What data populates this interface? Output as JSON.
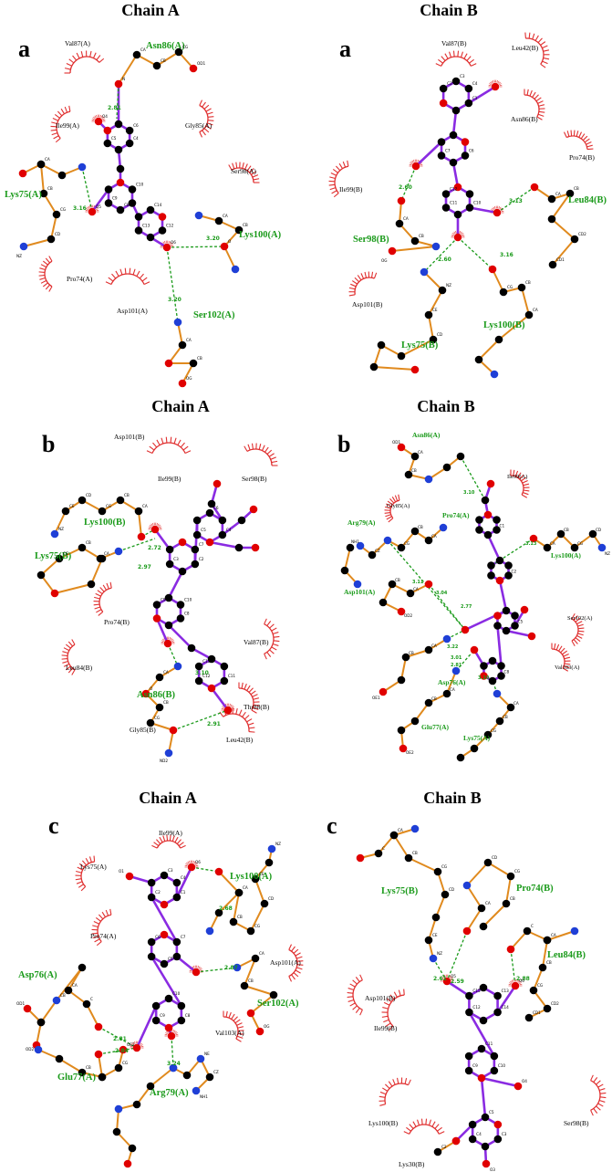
{
  "panels": [
    {
      "id": "a-A",
      "title": "Chain A",
      "label": "a",
      "bonded_residues": [
        "Asn86(A)",
        "Lys75(A)",
        "Lys100(A)",
        "Ser102(A)"
      ],
      "hydrophobic_residues": [
        "Val87(A)",
        "Ile99(A)",
        "Gly85(A)",
        "Ser98(A)",
        "Pro74(A)",
        "Asp101(A)"
      ],
      "hbond_distances": [
        "2.81",
        "3.16",
        "3.20",
        "3.20"
      ],
      "atom_labels": [
        "CA",
        "CB",
        "CG",
        "O",
        "N",
        "ND2",
        "OD1",
        "C1",
        "C2",
        "C3",
        "C4",
        "C5",
        "C6",
        "C7",
        "C8",
        "C9",
        "C10",
        "C11",
        "C12",
        "C13",
        "C14",
        "C15",
        "O1",
        "O2",
        "O3",
        "O4",
        "O5",
        "O6",
        "CD",
        "CE",
        "NZ",
        "OG"
      ]
    },
    {
      "id": "a-B",
      "title": "Chain B",
      "label": "a",
      "bonded_residues": [
        "Ser98(B)",
        "Leu84(B)",
        "Lys75(B)",
        "Lys100(B)"
      ],
      "hydrophobic_residues": [
        "Val87(B)",
        "Leu42(B)",
        "Asn86(B)",
        "Pro74(B)",
        "Ile99(B)",
        "Asp101(B)"
      ],
      "hbond_distances": [
        "2.60",
        "3.13",
        "2.60",
        "3.16"
      ],
      "atom_labels": [
        "CA",
        "CB",
        "CG",
        "O",
        "N",
        "OG",
        "CD1",
        "CD2",
        "CD",
        "CE",
        "NZ",
        "C",
        "C1",
        "C2",
        "C3",
        "C4",
        "C5",
        "C6",
        "C7",
        "C8",
        "C9",
        "C10",
        "C11",
        "C12",
        "C13",
        "C14",
        "C15",
        "O1",
        "O2",
        "O3",
        "O4",
        "O5",
        "O6"
      ]
    },
    {
      "id": "b-A",
      "title": "Chain A",
      "label": "b",
      "bonded_residues": [
        "Lys100(B)",
        "Lys75(B)",
        "Asn86(B)"
      ],
      "hydrophobic_residues": [
        "Asp101(B)",
        "Ile99(B)",
        "Ser98(B)",
        "Pro74(B)",
        "Val87(B)",
        "Leu84(B)",
        "Thr88(B)",
        "Gly85(B)",
        "Leu42(B)"
      ],
      "hbond_distances": [
        "2.72",
        "2.97",
        "3.10",
        "2.91"
      ],
      "atom_labels": [
        "CA",
        "CB",
        "CG",
        "CD",
        "CE",
        "NZ",
        "O",
        "N",
        "C",
        "OD1",
        "ND2",
        "C1",
        "C2",
        "C3",
        "C4",
        "C5",
        "C6",
        "C7",
        "C8",
        "C9",
        "C10",
        "C11",
        "C12",
        "C13",
        "C14",
        "C15",
        "C16",
        "C17",
        "C18",
        "C19",
        "C20",
        "C21",
        "O1",
        "O2",
        "O3",
        "O4",
        "O5",
        "O6",
        "O7",
        "O8"
      ]
    },
    {
      "id": "b-B",
      "title": "Chain B",
      "label": "b",
      "bonded_residues": [
        "Asn86(A)",
        "Pro74(A)",
        "Arg79(A)",
        "Lys100(A)",
        "Asp101(A)",
        "Asp76(A)",
        "Glu77(A)",
        "Lys75(A)"
      ],
      "hydrophobic_residues": [
        "Ile99(A)",
        "Gly85(A)",
        "Ser102(A)",
        "Val103(A)"
      ],
      "hbond_distances": [
        "3.10",
        "3.13",
        "3.11",
        "3.04",
        "2.77",
        "3.22",
        "3.01",
        "2.81",
        "3.10"
      ],
      "atom_labels": [
        "CA",
        "CB",
        "CG",
        "CD",
        "CE",
        "NZ",
        "O",
        "N",
        "C",
        "OD1",
        "OD2",
        "ND2",
        "NE",
        "CZ",
        "NH1",
        "NH2",
        "OE1",
        "OE2",
        "C1",
        "C2",
        "C3",
        "C4",
        "C5",
        "C6",
        "C7",
        "C8",
        "C9",
        "C10",
        "O1",
        "O2",
        "O3",
        "O4",
        "O5",
        "O6"
      ]
    },
    {
      "id": "c-A",
      "title": "Chain A",
      "label": "c",
      "bonded_residues": [
        "Lys100(A)",
        "Asp76(A)",
        "Ser102(A)",
        "Glu77(A)",
        "Arg79(A)"
      ],
      "hydrophobic_residues": [
        "Ile99(A)",
        "Lys75(A)",
        "Pro74(A)",
        "Asp101(A)",
        "Val103(A)"
      ],
      "hbond_distances": [
        "2.68",
        "2.87",
        "2.81",
        "2.84",
        "3.24"
      ],
      "atom_labels": [
        "CA",
        "CB",
        "CG",
        "CD",
        "CE",
        "NZ",
        "O",
        "N",
        "C",
        "OD1",
        "OD2",
        "OE1",
        "OE2",
        "NE",
        "CZ",
        "NH1",
        "NH2",
        "OG",
        "C1",
        "C2",
        "C3",
        "C4",
        "C5",
        "C6",
        "C7",
        "C8",
        "C9",
        "C10",
        "C11",
        "C12",
        "C13",
        "C14",
        "C15",
        "O1",
        "O2",
        "O3",
        "O4",
        "O5",
        "O6"
      ]
    },
    {
      "id": "c-B",
      "title": "Chain B",
      "label": "c",
      "bonded_residues": [
        "Lys75(B)",
        "Pro74(B)",
        "Leu84(B)"
      ],
      "hydrophobic_residues": [
        "Asp101(B)",
        "Ile99(B)",
        "Lys100(B)",
        "Ser98(B)",
        "Lys30(B)"
      ],
      "hbond_distances": [
        "2.61",
        "2.59",
        "2.88"
      ],
      "atom_labels": [
        "CA",
        "CB",
        "CG",
        "CD",
        "CE",
        "NZ",
        "O",
        "N",
        "C",
        "CD1",
        "CD2",
        "C1",
        "C2",
        "C3",
        "C4",
        "C5",
        "C6",
        "C7",
        "C8",
        "C9",
        "C10",
        "C11",
        "C12",
        "C13",
        "C14",
        "C15",
        "O1",
        "O2",
        "O3",
        "O4",
        "O5",
        "O6"
      ]
    }
  ],
  "colors": {
    "ligand_bond": "#8a2be2",
    "residue_bond": "#e08a1e",
    "carbon": "#000000",
    "oxygen": "#e00000",
    "nitrogen": "#1f3fd6",
    "hbond": "#1a9a1a",
    "hydrophobic_arc": "#e03030",
    "bonded_residue_label": "#1a9a1a",
    "hydrophobic_label": "#000000"
  }
}
